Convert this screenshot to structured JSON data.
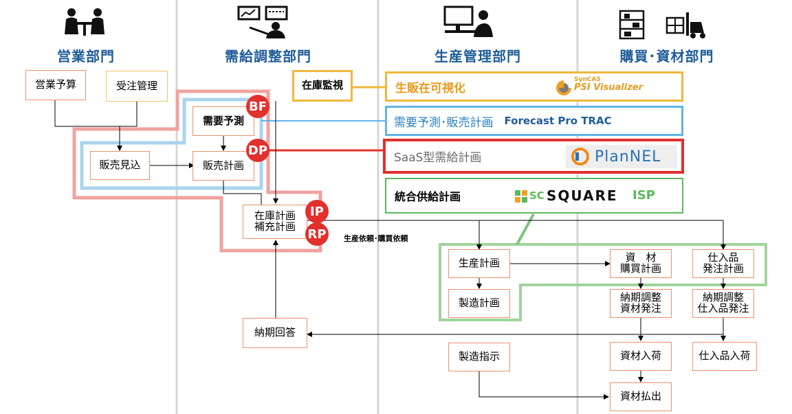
{
  "departments": [
    {
      "name": "営業部門",
      "icon": "meeting-people-icon"
    },
    {
      "name": "需給調整部門",
      "icon": "analyst-monitors-icon"
    },
    {
      "name": "生産管理部門",
      "icon": "desk-worker-icon"
    },
    {
      "name": "購買･資材部門",
      "icon": "warehouse-forklift-icon"
    }
  ],
  "boxes": {
    "sales_budget": "営業予算",
    "order_mgmt": "受注管理",
    "sales_forecast_est": "販売見込",
    "demand_forecast": "需要予測",
    "sales_plan": "販売計画",
    "inventory_monitor": "在庫監視",
    "inventory_plan": "在庫計画",
    "replenish_plan": "補充計画",
    "delivery_answer": "納期回答",
    "production_plan": "生産計画",
    "manufacturing_plan": "製造計画",
    "manufacturing_instr": "製造指示",
    "material_purchase_l1": "資　材",
    "material_purchase_l2": "購買計画",
    "goods_order_l1": "仕入品",
    "goods_order_l2": "発注計画",
    "adj_material_l1": "納期調整",
    "adj_material_l2": "資材発注",
    "adj_goods_l1": "納期調整",
    "adj_goods_l2": "仕入品発注",
    "material_receipt": "資材入荷",
    "goods_receipt": "仕入品入荷",
    "material_issue": "資材払出"
  },
  "badges": {
    "bf": "BF",
    "dp": "DP",
    "ip": "IP",
    "rp": "RP"
  },
  "annotation": "生産依頼･購買依頼",
  "products": {
    "psi": {
      "label": "生販在可視化",
      "brand_small": "SynCAS",
      "brand": "PSI Visualizer",
      "color": "#f0b73a"
    },
    "forecast": {
      "label": "需要予測･販売計画",
      "brand": "Forecast Pro TRAC",
      "color": "#63b3e6"
    },
    "plannel": {
      "label": "SaaS型需給計画",
      "brand": "PlanNEL",
      "color": "#e2302d"
    },
    "isp": {
      "label": "統合供給計画",
      "brand_sc": "SC",
      "brand": "SQUARE",
      "brand_suffix": "ISP",
      "color": "#5cb85c"
    }
  },
  "colors": {
    "orange_box": "#e9906e",
    "pink_frame": "#f0a3a0",
    "blue_frame": "#a9d4ef",
    "green_frame": "#9fd49a",
    "title_blue": "#1f5c99",
    "badge_red": "#e2302d"
  }
}
